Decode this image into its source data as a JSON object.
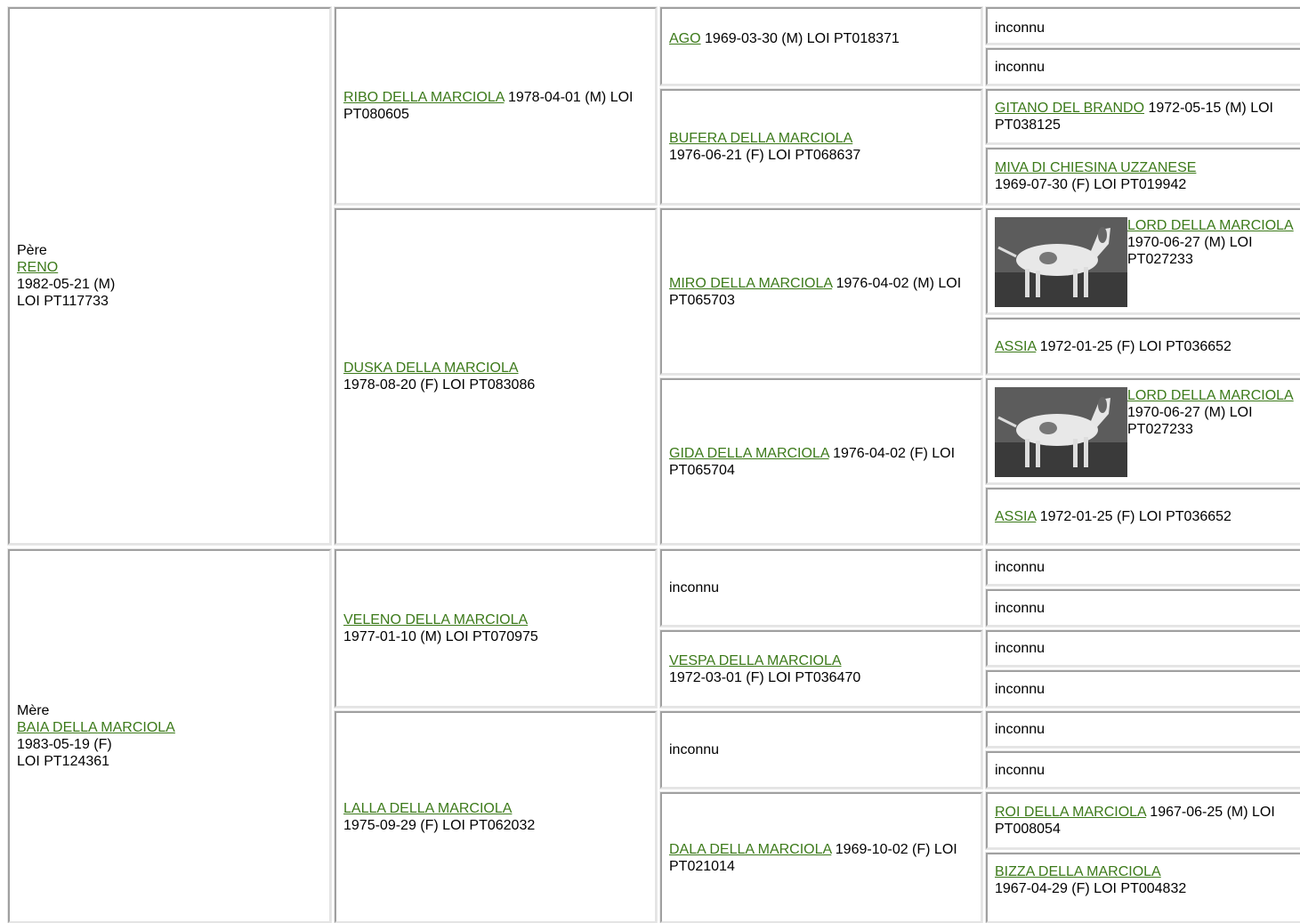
{
  "father": {
    "label": "Père",
    "name": "RENO",
    "date": "1982-05-21 (M)",
    "loi": "LOI PT117733"
  },
  "mother": {
    "label": "Mère",
    "name": "BAIA DELLA MARCIOLA",
    "date": "1983-05-19 (F)",
    "loi": "LOI PT124361"
  },
  "gen2": [
    {
      "name": "RIBO DELLA MARCIOLA",
      "info": "1978-04-01 (M) LOI PT080605"
    },
    {
      "name": "DUSKA DELLA MARCIOLA",
      "info": "1978-08-20 (F) LOI PT083086"
    },
    {
      "name": "VELENO DELLA MARCIOLA",
      "info": "1977-01-10 (M) LOI PT070975"
    },
    {
      "name": "LALLA DELLA MARCIOLA",
      "info": "1975-09-29 (F) LOI PT062032"
    }
  ],
  "gen3": [
    {
      "name": "AGO",
      "info": "1969-03-30 (M) LOI PT018371"
    },
    {
      "name": "BUFERA DELLA MARCIOLA",
      "info": "1976-06-21 (F) LOI PT068637"
    },
    {
      "name": "MIRO DELLA MARCIOLA",
      "info": "1976-04-02 (M) LOI PT065703"
    },
    {
      "name": "GIDA DELLA MARCIOLA",
      "info": "1976-04-02 (F) LOI PT065704"
    },
    {
      "text": "inconnu"
    },
    {
      "name": "VESPA DELLA MARCIOLA",
      "info": "1972-03-01 (F) LOI PT036470"
    },
    {
      "text": "inconnu"
    },
    {
      "name": "DALA DELLA MARCIOLA",
      "info": "1969-10-02 (F) LOI PT021014"
    }
  ],
  "gen4": [
    {
      "text": "inconnu"
    },
    {
      "text": "inconnu"
    },
    {
      "name": "GITANO DEL BRANDO",
      "info": "1972-05-15 (M) LOI PT038125"
    },
    {
      "name": "MIVA DI CHIESINA UZZANESE",
      "info": "1969-07-30 (F) LOI PT019942"
    },
    {
      "name": "LORD DELLA MARCIOLA",
      "info": "1970-06-27 (M) LOI PT027233"
    },
    {
      "name": "ASSIA",
      "info": "1972-01-25 (F) LOI PT036652"
    },
    {
      "name": "LORD DELLA MARCIOLA",
      "info": "1970-06-27 (M) LOI PT027233"
    },
    {
      "name": "ASSIA",
      "info": "1972-01-25 (F) LOI PT036652"
    },
    {
      "text": "inconnu"
    },
    {
      "text": "inconnu"
    },
    {
      "text": "inconnu"
    },
    {
      "text": "inconnu"
    },
    {
      "text": "inconnu"
    },
    {
      "text": "inconnu"
    },
    {
      "name": "ROI DELLA MARCIOLA",
      "info": "1967-06-25 (M) LOI PT008054"
    },
    {
      "name": "BIZZA DELLA MARCIOLA",
      "info": "1967-04-29 (F) LOI PT004832"
    }
  ],
  "colors": {
    "link": "#3c7a1a",
    "border": "#a0a0a0"
  }
}
